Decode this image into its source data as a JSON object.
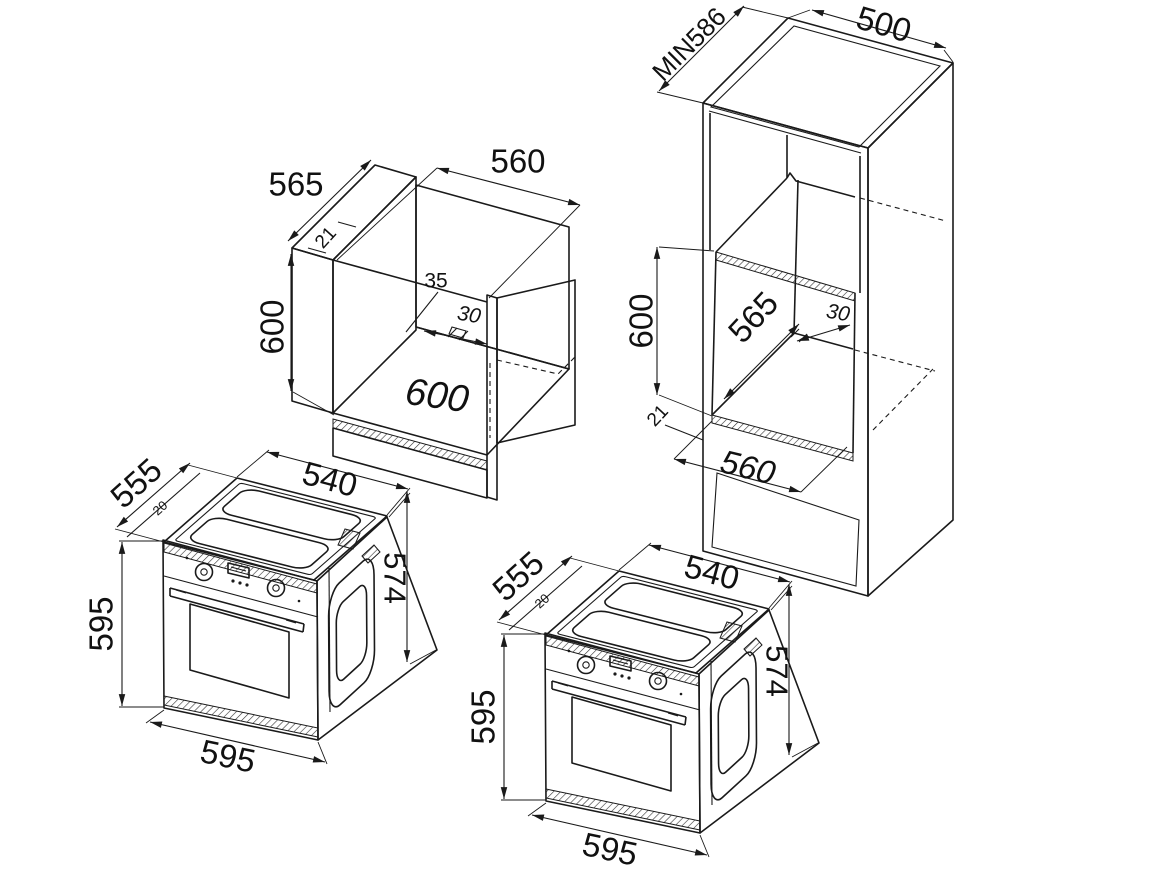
{
  "drawing_labels": {
    "built_under": {
      "side_panel_depth": "565",
      "niche_width": "560",
      "niche_height": "600",
      "panel_thickness": "21",
      "back_gap": "35",
      "service_gap": "30",
      "niche_depth": "600"
    },
    "tall_unit": {
      "min_depth": "MIN586",
      "top_width": "500",
      "niche_height": "600",
      "niche_depth": "565",
      "service_gap": "30",
      "frame_thickness": "21",
      "niche_width": "560"
    },
    "oven_front_left": {
      "body_depth": "555",
      "front_overhang": "20",
      "body_width": "540",
      "body_height": "574",
      "front_height": "595",
      "front_width": "595"
    },
    "oven_front_right": {
      "body_depth": "555",
      "front_overhang": "20",
      "body_width": "540",
      "body_height": "574",
      "front_height": "595",
      "front_width": "595"
    }
  },
  "colors": {
    "line": "#1a1a1a",
    "background": "#ffffff"
  }
}
